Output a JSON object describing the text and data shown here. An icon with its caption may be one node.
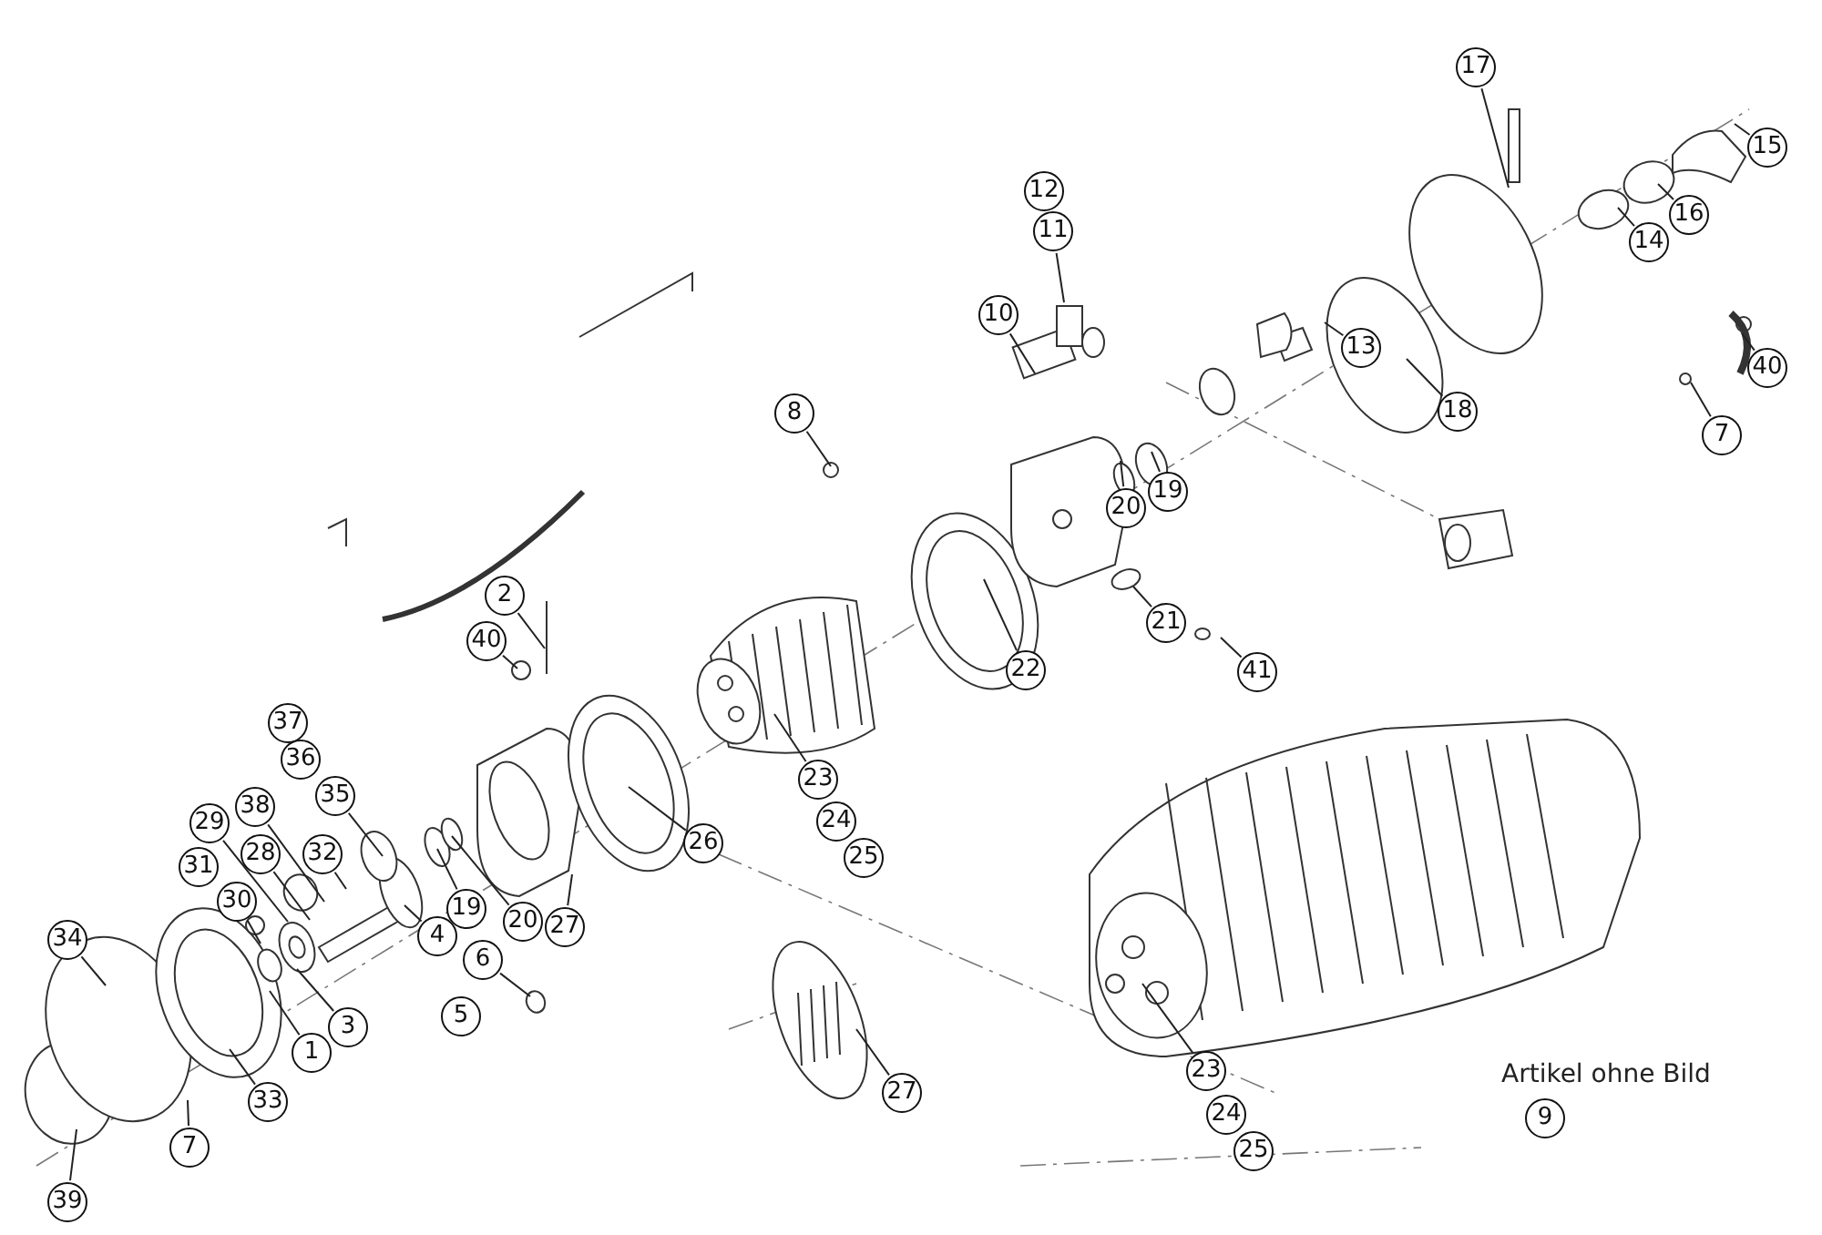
{
  "diagram": {
    "nodes": [
      {
        "text": [
          "17"
        ]
      },
      {
        "text": [
          "12"
        ]
      },
      {
        "text": [
          "11"
        ]
      },
      {
        "text": [
          "15"
        ]
      },
      {
        "text": [
          "16"
        ]
      },
      {
        "text": [
          "14"
        ]
      },
      {
        "text": [
          "13"
        ]
      },
      {
        "text": [
          "10"
        ]
      },
      {
        "text": [
          "18"
        ]
      },
      {
        "text": [
          "40"
        ]
      },
      {
        "text": [
          "7"
        ]
      },
      {
        "text": [
          "8"
        ]
      },
      {
        "text": [
          "19"
        ]
      },
      {
        "text": [
          "20"
        ]
      },
      {
        "text": [
          "2"
        ]
      },
      {
        "text": [
          "22"
        ]
      },
      {
        "text": [
          "21"
        ]
      },
      {
        "text": [
          "40"
        ]
      },
      {
        "text": [
          "41"
        ]
      },
      {
        "text": [
          "37"
        ]
      },
      {
        "text": [
          "36"
        ]
      },
      {
        "text": [
          "35"
        ]
      },
      {
        "text": [
          "38"
        ]
      },
      {
        "text": [
          "32"
        ]
      },
      {
        "text": [
          "29"
        ]
      },
      {
        "text": [
          "28"
        ]
      },
      {
        "text": [
          "31"
        ]
      },
      {
        "text": [
          "30"
        ]
      },
      {
        "text": [
          "19"
        ]
      },
      {
        "text": [
          "20"
        ]
      },
      {
        "text": [
          "27"
        ]
      },
      {
        "text": [
          "23"
        ]
      },
      {
        "text": [
          "26"
        ]
      },
      {
        "text": [
          "24"
        ]
      },
      {
        "text": [
          "25"
        ]
      },
      {
        "text": [
          "34"
        ]
      },
      {
        "text": [
          "4"
        ]
      },
      {
        "text": [
          "6"
        ]
      },
      {
        "text": [
          "1"
        ]
      },
      {
        "text": [
          "3"
        ]
      },
      {
        "text": [
          "5"
        ]
      },
      {
        "text": [
          "33"
        ]
      },
      {
        "text": [
          "7"
        ]
      },
      {
        "text": [
          "39"
        ]
      },
      {
        "text": [
          "27"
        ]
      },
      {
        "text": [
          "23"
        ]
      },
      {
        "text": [
          "24"
        ]
      },
      {
        "text": [
          "25"
        ]
      },
      {
        "text": [
          "9"
        ]
      }
    ],
    "edges": [
      {
        "from": 0,
        "to": null,
        "arrow": "none"
      },
      {
        "from": 2,
        "to": null,
        "arrow": "none"
      },
      {
        "from": 3,
        "to": null,
        "arrow": "none"
      },
      {
        "from": 4,
        "to": null,
        "arrow": "none"
      },
      {
        "from": 5,
        "to": null,
        "arrow": "none"
      },
      {
        "from": 6,
        "to": null,
        "arrow": "none"
      },
      {
        "from": 7,
        "to": null,
        "arrow": "none"
      },
      {
        "from": 8,
        "to": null,
        "arrow": "none"
      },
      {
        "from": 9,
        "to": null,
        "arrow": "none"
      },
      {
        "from": 10,
        "to": null,
        "arrow": "none"
      },
      {
        "from": 11,
        "to": null,
        "arrow": "none"
      },
      {
        "from": 12,
        "to": null,
        "arrow": "none"
      },
      {
        "from": 13,
        "to": null,
        "arrow": "none"
      },
      {
        "from": 14,
        "to": null,
        "arrow": "none"
      },
      {
        "from": 15,
        "to": null,
        "arrow": "none"
      },
      {
        "from": 16,
        "to": null,
        "arrow": "none"
      },
      {
        "from": 17,
        "to": null,
        "arrow": "none"
      },
      {
        "from": 18,
        "to": null,
        "arrow": "none"
      },
      {
        "from": 21,
        "to": null,
        "arrow": "none"
      },
      {
        "from": 22,
        "to": null,
        "arrow": "none"
      },
      {
        "from": 23,
        "to": null,
        "arrow": "none"
      },
      {
        "from": 24,
        "to": null,
        "arrow": "none"
      },
      {
        "from": 25,
        "to": null,
        "arrow": "none"
      },
      {
        "from": 27,
        "to": null,
        "arrow": "none"
      },
      {
        "from": 28,
        "to": null,
        "arrow": "none"
      },
      {
        "from": 29,
        "to": null,
        "arrow": "none"
      },
      {
        "from": 30,
        "to": null,
        "arrow": "none"
      },
      {
        "from": 31,
        "to": null,
        "arrow": "none"
      },
      {
        "from": 32,
        "to": null,
        "arrow": "none"
      },
      {
        "from": 35,
        "to": null,
        "arrow": "none"
      },
      {
        "from": 36,
        "to": null,
        "arrow": "none"
      },
      {
        "from": 37,
        "to": null,
        "arrow": "none"
      },
      {
        "from": 38,
        "to": null,
        "arrow": "none"
      },
      {
        "from": 39,
        "to": null,
        "arrow": "none"
      },
      {
        "from": 41,
        "to": null,
        "arrow": "none"
      },
      {
        "from": 42,
        "to": null,
        "arrow": "none"
      },
      {
        "from": 43,
        "to": null,
        "arrow": "none"
      },
      {
        "from": 44,
        "to": null,
        "arrow": "none"
      },
      {
        "from": 45,
        "to": null,
        "arrow": "none"
      }
    ],
    "labels": [
      "Artikel ohne Bild"
    ]
  }
}
